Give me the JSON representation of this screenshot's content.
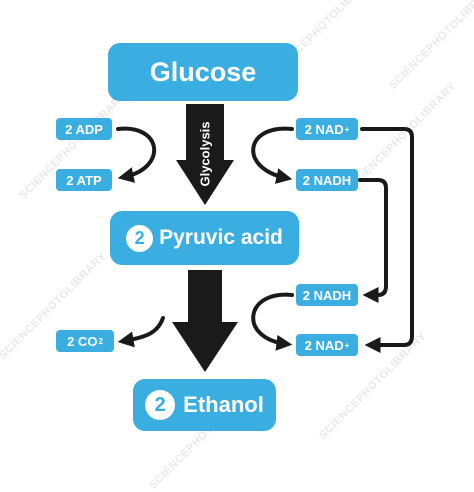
{
  "nodes": {
    "glucose": "Glucose",
    "pyruvic_count": "2",
    "pyruvic_label": "Pyruvic acid",
    "ethanol_count": "2",
    "ethanol_label": "Ethanol"
  },
  "process_label": "Glycolysis",
  "cofactors": {
    "adp": "2 ADP",
    "atp": "2 ATP",
    "nad_top_base": "2 NAD",
    "nad_top_sup": "+",
    "nadh_top": "2 NADH",
    "nadh_bottom": "2 NADH",
    "nad_bottom_base": "2 NAD",
    "nad_bottom_sup": "+",
    "co2_base": "2 CO",
    "co2_sub": "2"
  },
  "watermark": "SCIENCEPHOTOLIBRARY",
  "colors": {
    "box": "#3aaee0",
    "arrow": "#1a1a1a",
    "text": "#ffffff"
  }
}
